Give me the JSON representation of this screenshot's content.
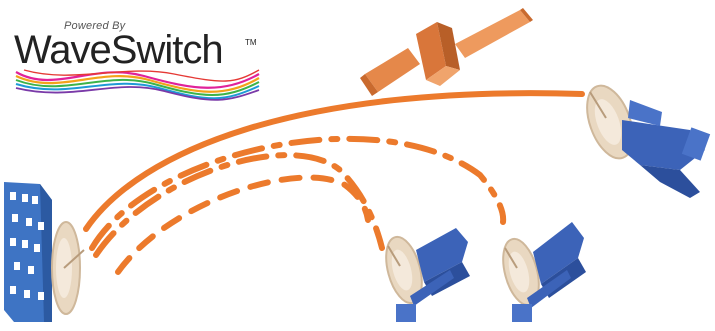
{
  "logo": {
    "powered_by": "Powered By",
    "brand": "WaveSwitch",
    "trademark": "TM"
  },
  "colors": {
    "signal": "#ec7a2c",
    "satellite": "#e88c4c",
    "building": "#3e74c4",
    "dish_blue": "#3c63b8",
    "dish_beige": "#e9d8c1"
  },
  "icons": [
    "satellite-icon",
    "building-icon",
    "satellite-dish-icon"
  ]
}
